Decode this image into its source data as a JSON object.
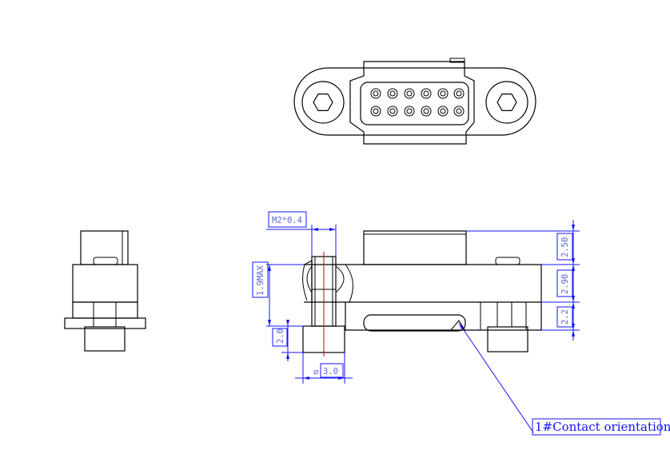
{
  "drawing": {
    "views": [
      "front-view",
      "side-view",
      "bottom-section-view"
    ],
    "pin_count": 12,
    "pin_rows": 2,
    "pins_per_row": 6
  },
  "dimensions": {
    "thread": "M2*0.4",
    "height_max": "1.9MAX",
    "thread_length": "2.0",
    "diameter_symbol": "∅",
    "diameter": "3.0",
    "top_height": "2.50",
    "body_height": "2.90",
    "base_height": "2.2"
  },
  "callouts": {
    "contact_orientation": "1#Contact orientation"
  },
  "colors": {
    "outline": "#000000",
    "dimension": "#1414ff",
    "centerline": "#cc0000"
  }
}
